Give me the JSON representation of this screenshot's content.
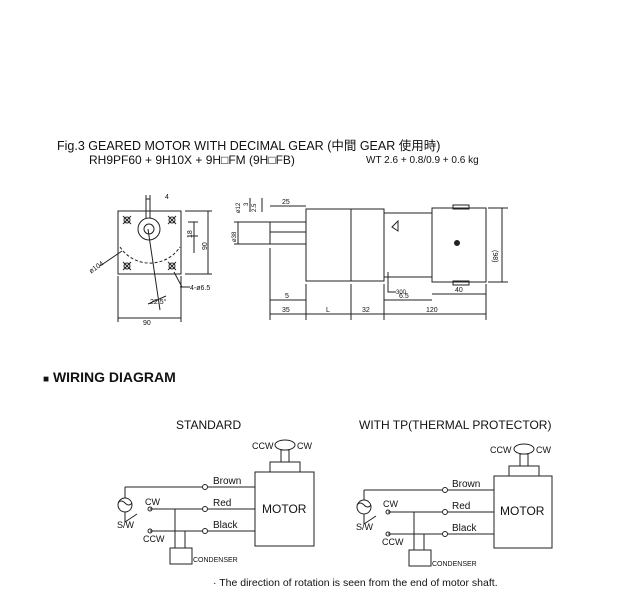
{
  "title": {
    "fig_caption": "Fig.3 GEARED MOTOR WITH DECIMAL GEAR",
    "fig_caption_cjk": "(中間 GEAR 使用時)",
    "model": "RH9PF60 + 9H10X + 9H□FM (9H□FB)",
    "weight": "WT 2.6 + 0.8/0.9 + 0.6 kg"
  },
  "drawing": {
    "front_dims": {
      "top_offset": "4",
      "height_18": "18",
      "height_90": "90",
      "bolt_circle": "ø104",
      "angle": "22.5°",
      "holes": "4-ø6.5",
      "width_90": "90"
    },
    "side_dims": {
      "shaft_dia": "ø12",
      "key_h": "3",
      "key_w": "2.5",
      "key_len": "25",
      "boss_dia": "ø38",
      "body_h": "(98)",
      "lead": "300",
      "shaft_5": "5",
      "tail_6_5": "6.5",
      "tail_40": "40",
      "len_35": "35",
      "len_L": "L",
      "len_32": "32",
      "len_120": "120"
    }
  },
  "wiring": {
    "heading": "WIRING DIAGRAM",
    "note": "· The direction of rotation is seen from the end of motor shaft.",
    "diagrams": [
      {
        "title": "STANDARD",
        "ccw": "CCW",
        "cw": "CW",
        "motor": "MOTOR",
        "wires": [
          "Brown",
          "Red",
          "Black"
        ],
        "switch_cw": "CW",
        "switch_ccw": "CCW",
        "switch": "S/W",
        "condenser": "CONDENSER"
      },
      {
        "title": "WITH TP(THERMAL PROTECTOR)",
        "ccw": "CCW",
        "cw": "CW",
        "motor": "MOTOR",
        "wires": [
          "Brown",
          "Red",
          "Black"
        ],
        "switch_cw": "CW",
        "switch_ccw": "CCW",
        "switch": "S/W",
        "condenser": "CONDENSER"
      }
    ]
  }
}
